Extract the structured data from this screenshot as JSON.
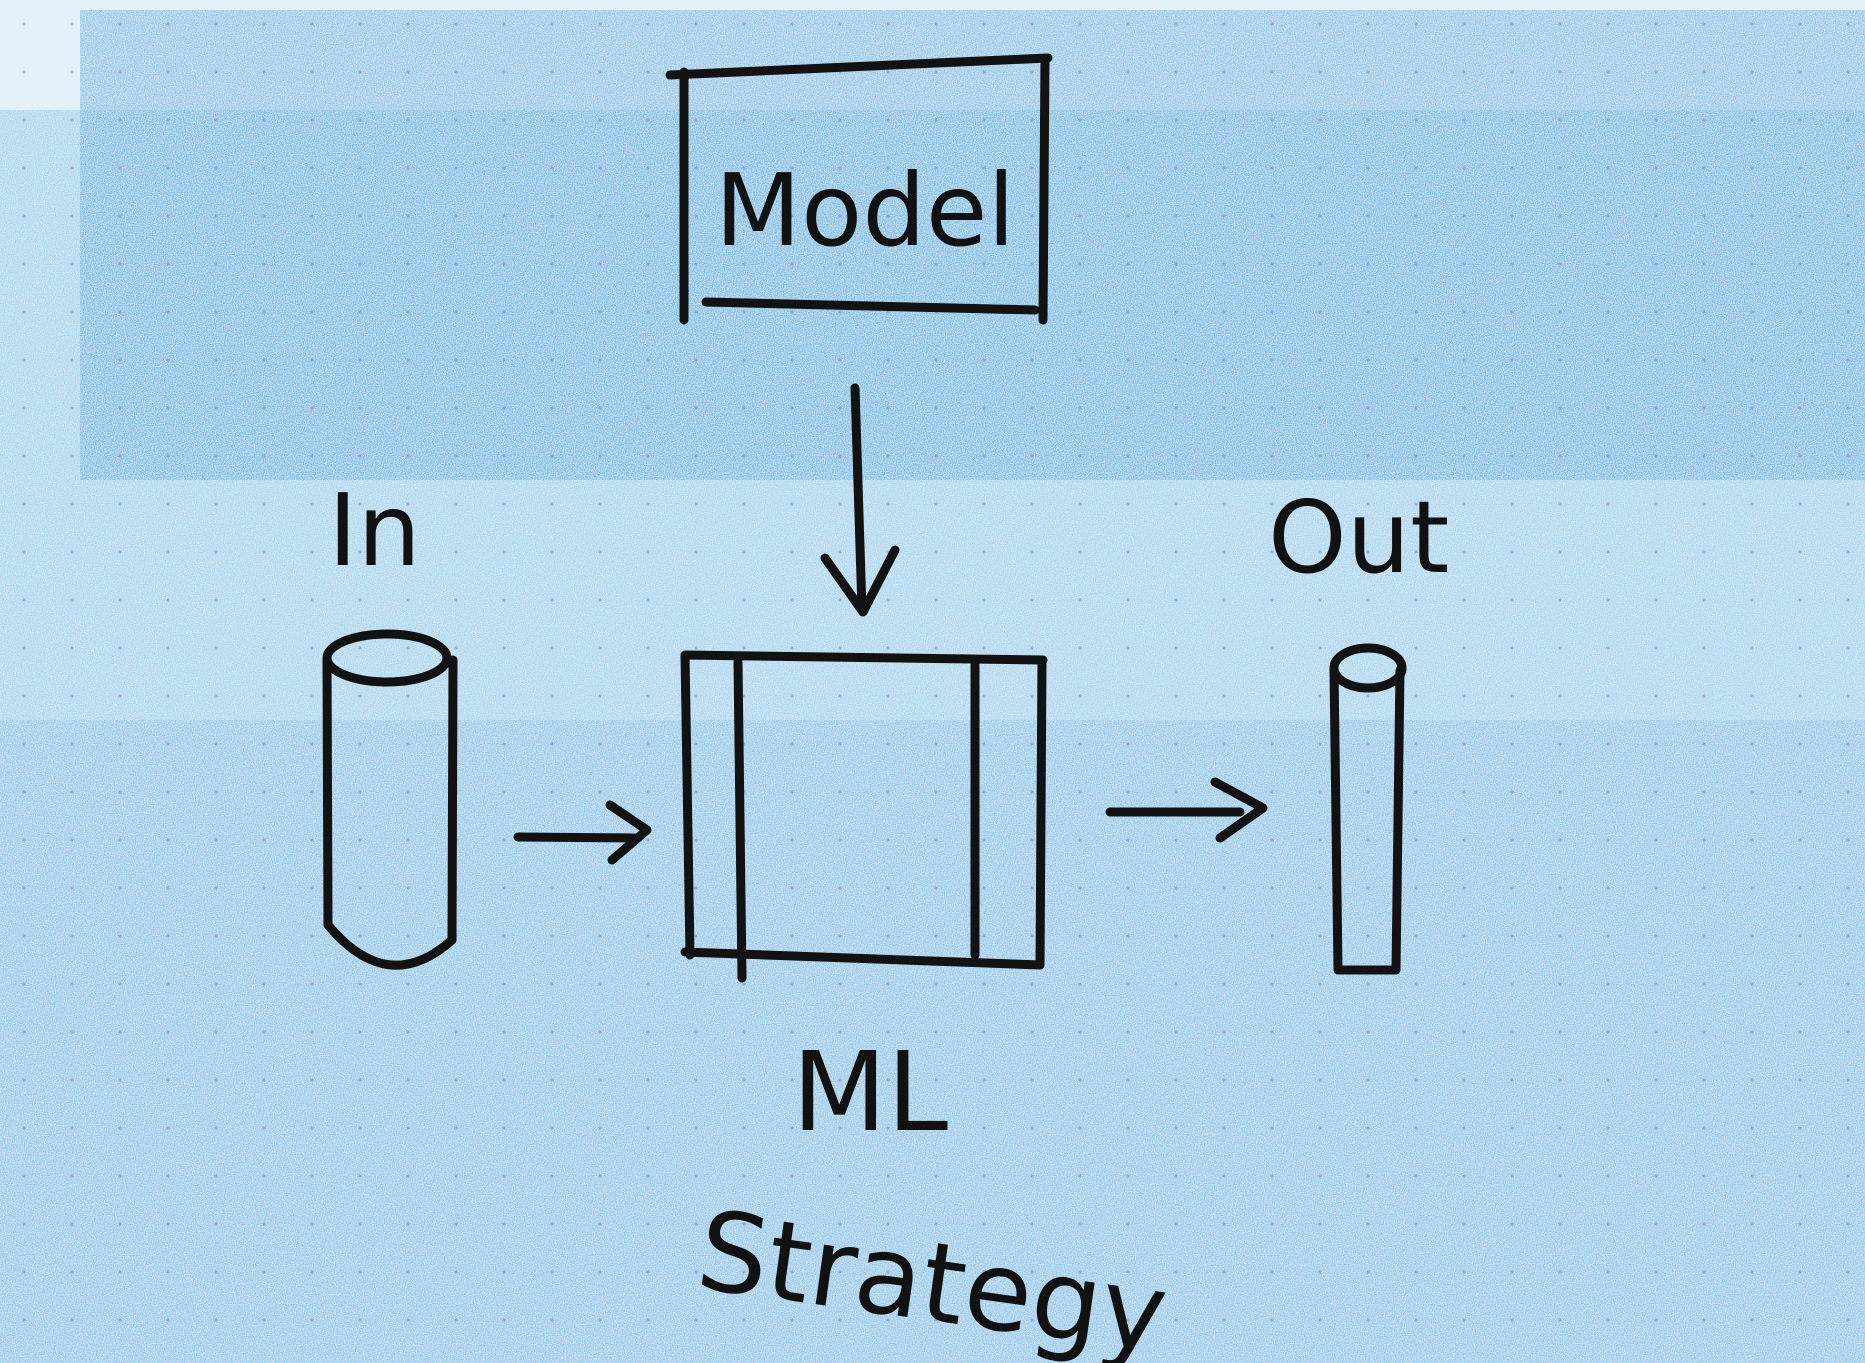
{
  "colors": {
    "paper": "#d6ecf7",
    "crayon_blue": "#3aa3db",
    "ink": "#121212"
  },
  "diagram": {
    "model_label": "Model",
    "input_label": "In",
    "output_label": "Out",
    "ml_label": "ML",
    "strategy_label": "Strategy"
  }
}
